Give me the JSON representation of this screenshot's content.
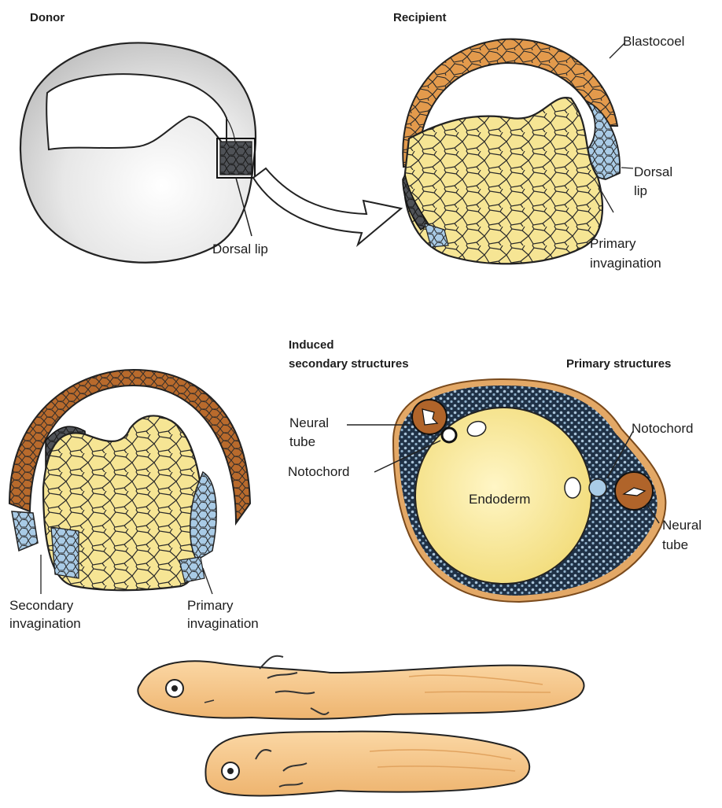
{
  "panels": {
    "donor": {
      "title": "Donor",
      "dorsal_lip": "Dorsal lip"
    },
    "recipient": {
      "title": "Recipient",
      "blastocoel": "Blastocoel",
      "dorsal_lip_line1": "Dorsal",
      "dorsal_lip_line2": "lip",
      "primary_invagination_line1": "Primary",
      "primary_invagination_line2": "invagination"
    },
    "gastrula": {
      "secondary_invagination_line1": "Secondary",
      "secondary_invagination_line2": "invagination",
      "primary_invagination_line1": "Primary",
      "primary_invagination_line2": "invagination"
    },
    "cross_section": {
      "induced_heading_line1": "Induced",
      "induced_heading_line2": "secondary structures",
      "primary_heading": "Primary structures",
      "neural_tube_left_line1": "Neural",
      "neural_tube_left_line2": "tube",
      "notochord_left": "Notochord",
      "endoderm": "Endoderm",
      "notochord_right": "Notochord",
      "neural_tube_right_line1": "Neural",
      "neural_tube_right_line2": "tube"
    }
  },
  "colors": {
    "ectoderm_orange": "#e39a4c",
    "ectoderm_brown": "#b86a2c",
    "endoderm_yellow": "#f6e594",
    "mesoderm_blue": "#a9cbe6",
    "donor_tissue_dark": "#4f5257",
    "embryo_grey": "#e4e4e4",
    "tadpole_skin": "#f4c58a",
    "section_dark": "#1f3146"
  }
}
